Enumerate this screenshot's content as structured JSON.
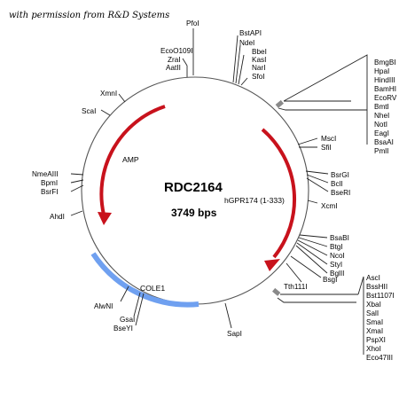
{
  "credit": "with permission from R&D Systems",
  "plasmid": {
    "name": "RDC2164",
    "size": "3749 bps",
    "insert": "hGPR174 (1-333)",
    "origin": "COLE1",
    "resistance": "AMP"
  },
  "colors": {
    "backbone": "#555555",
    "arrow": "#c8121c",
    "origin": "#6fa0f0",
    "marker": "#8a8a8a"
  },
  "sites": {
    "top": [
      "EcoO109I",
      "ZraI",
      "AatII",
      "PfoI",
      "BstAPI",
      "NdeI",
      "BbeI",
      "KasI",
      "NarI",
      "SfoI"
    ],
    "upper_left": [
      "XmnI",
      "ScaI"
    ],
    "mcs1": [
      "BmgBI",
      "HpaI",
      "HindIII",
      "BamHI",
      "EcoRV",
      "BmtI",
      "NheI",
      "NotI",
      "EagI",
      "BsaAI",
      "PmlI"
    ],
    "right": [
      "MscI",
      "SfiI",
      "BsrGI",
      "BclI",
      "BseRI",
      "XcmI"
    ],
    "left": [
      "NmeAIII",
      "BpmI",
      "BsrFI",
      "AhdI"
    ],
    "lower_right": [
      "BsaBI",
      "BtgI",
      "NcoI",
      "StyI",
      "BglII",
      "BsgI",
      "Tth111I"
    ],
    "mcs2": [
      "AscI",
      "BssHII",
      "Bst1107I",
      "XbaI",
      "SalI",
      "SmaI",
      "XmaI",
      "PspXI",
      "XhoI",
      "Eco47III"
    ],
    "bottom": [
      "AlwNI",
      "GsaI",
      "BseYI",
      "SapI"
    ]
  }
}
